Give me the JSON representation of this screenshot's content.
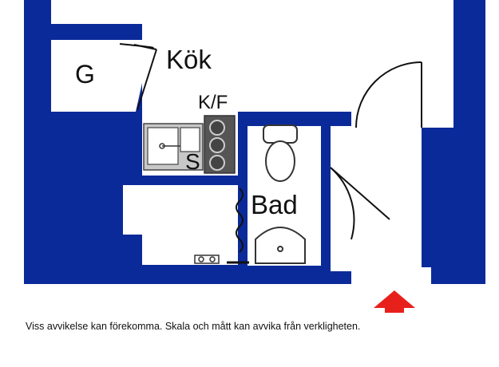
{
  "rooms": {
    "garage_label": "G",
    "kitchen_label": "Kök",
    "fridge_freezer_label": "K/F",
    "sink_label": "S",
    "bathroom_label": "Bad"
  },
  "entrance_arrow": {
    "icon": "arrow-up-icon",
    "color": "#e8201c"
  },
  "disclaimer": "Viss avvikelse kan förekomma. Skala och mått kan avvika från verkligheten.",
  "colors": {
    "wall": "#0b2a9a",
    "floor": "#ffffff",
    "fixture": "#888888",
    "stove": "#555555",
    "arrow": "#e8201c"
  }
}
